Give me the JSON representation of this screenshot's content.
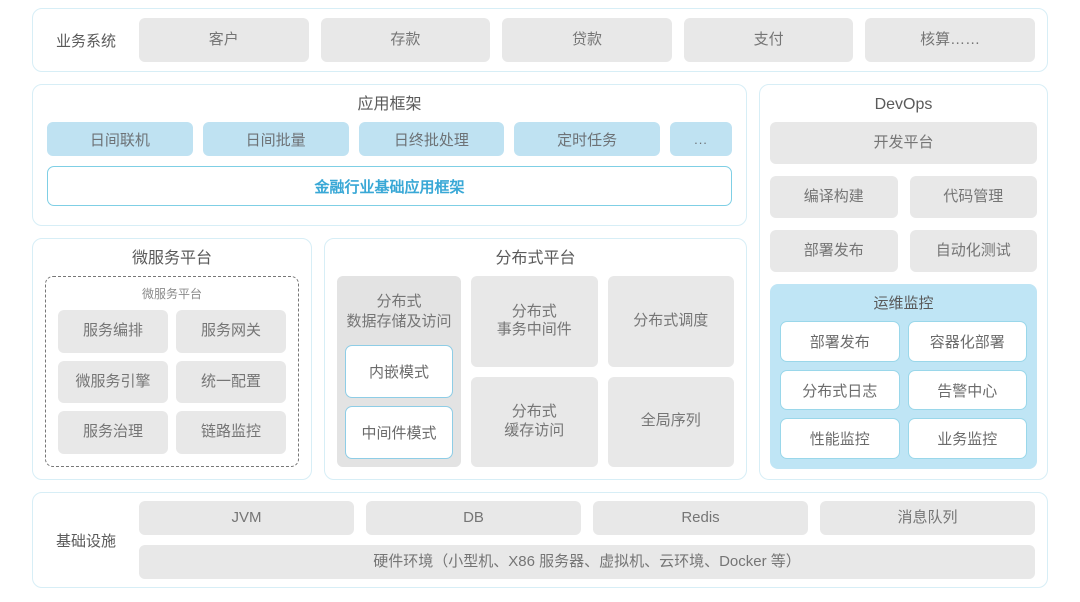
{
  "business_systems": {
    "label": "业务系统",
    "items": [
      "客户",
      "存款",
      "贷款",
      "支付",
      "核算……"
    ]
  },
  "app_framework": {
    "title": "应用框架",
    "items": [
      "日间联机",
      "日间批量",
      "日终批处理",
      "定时任务",
      "..."
    ],
    "base_label": "金融行业基础应用框架",
    "base_color": "#39a8d6"
  },
  "microservice_platform": {
    "title": "微服务平台",
    "inner_title": "微服务平台",
    "items": [
      "服务编排",
      "服务网关",
      "微服务引擎",
      "统一配置",
      "服务治理",
      "链路监控"
    ]
  },
  "distributed_platform": {
    "title": "分布式平台",
    "column1": {
      "head": "分布式\n数据存储及访问",
      "modes": [
        "内嵌模式",
        "中间件模式"
      ]
    },
    "items": [
      "分布式\n事务中间件",
      "分布式调度",
      "分布式\n缓存访问",
      "全局序列"
    ]
  },
  "devops": {
    "title": "DevOps",
    "platform": "开发平台",
    "items": [
      "编译构建",
      "代码管理",
      "部署发布",
      "自动化测试"
    ],
    "ops_monitor": {
      "title": "运维监控",
      "items": [
        "部署发布",
        "容器化部署",
        "分布式日志",
        "告警中心",
        "性能监控",
        "业务监控"
      ]
    }
  },
  "infrastructure": {
    "label": "基础设施",
    "items": [
      "JVM",
      "DB",
      "Redis",
      "消息队列"
    ],
    "hardware": "硬件环境（小型机、X86 服务器、虚拟机、云环境、Docker 等）"
  },
  "theme": {
    "card_border": "#d7eef6",
    "tile_gray": "#e8e8e8",
    "tile_blue": "#bfe2f2",
    "ops_panel_blue": "#bfe5f5",
    "accent": "#39a8d6"
  }
}
